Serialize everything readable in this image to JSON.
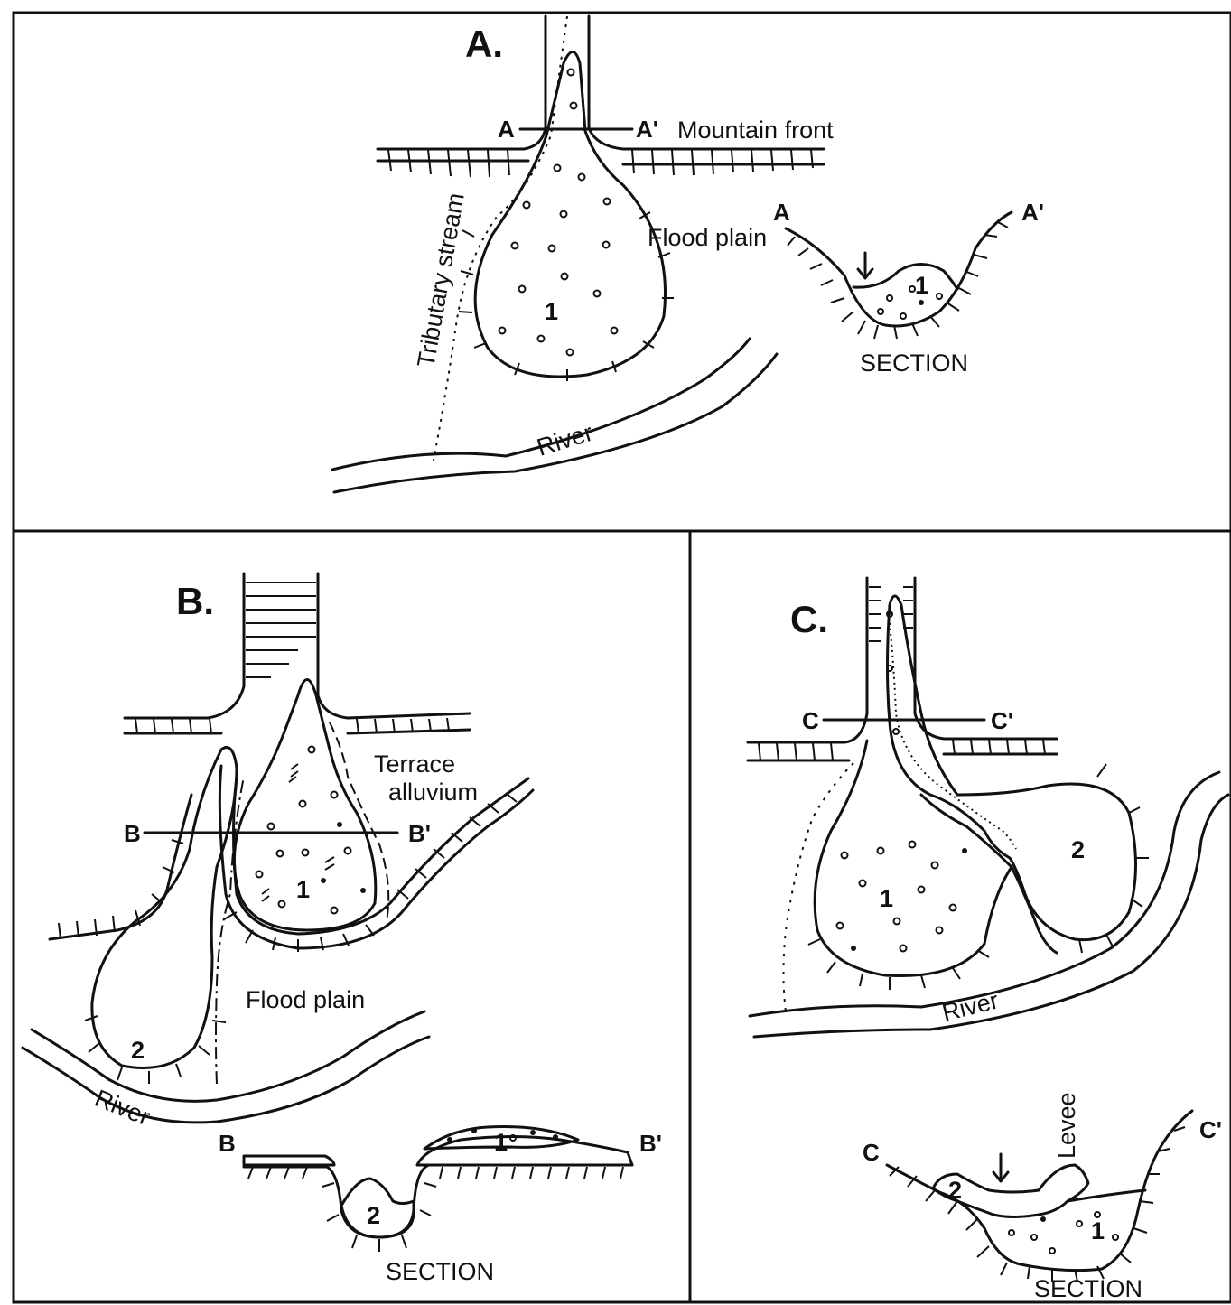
{
  "panel_a": {
    "title": "A.",
    "line_start": "A",
    "line_end": "A'",
    "mountain_front": "Mountain front",
    "flood_plain": "Flood plain",
    "tributary": "Tributary  stream",
    "river": "River",
    "deposit_1": "1",
    "section": {
      "left": "A",
      "right": "A'",
      "deposit_1": "1",
      "label": "SECTION"
    }
  },
  "panel_b": {
    "title": "B.",
    "line_start": "B",
    "line_end": "B'",
    "terrace_line1": "Terrace",
    "terrace_line2": "alluvium",
    "flood_plain": "Flood plain",
    "river": "River",
    "deposit_1": "1",
    "deposit_2": "2",
    "section": {
      "left": "B",
      "right": "B'",
      "deposit_1": "1",
      "deposit_2": "2",
      "label": "SECTION"
    }
  },
  "panel_c": {
    "title": "C.",
    "line_start": "C",
    "line_end": "C'",
    "river": "River",
    "deposit_1": "1",
    "deposit_2": "2",
    "section": {
      "left": "C",
      "right": "C'",
      "levee": "Levee",
      "deposit_1": "1",
      "deposit_2": "2",
      "label": "SECTION"
    }
  }
}
